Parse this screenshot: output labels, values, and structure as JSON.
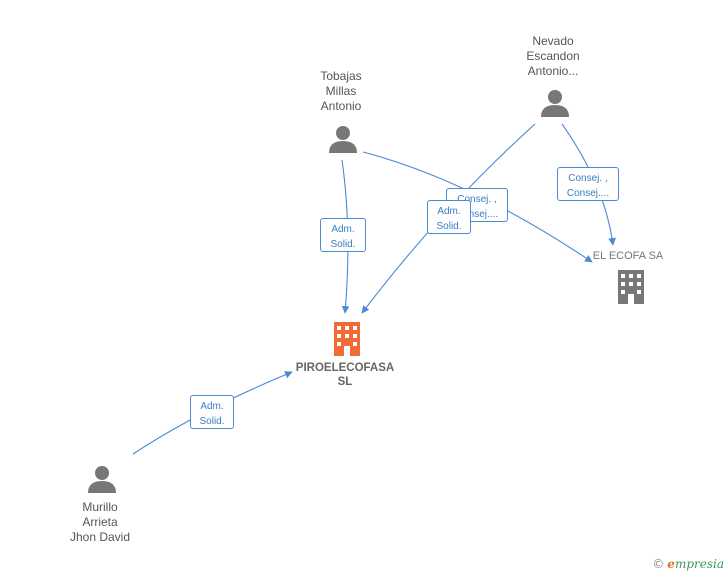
{
  "people": [
    {
      "id": "tobajas",
      "lines": [
        "Tobajas",
        "Millas",
        "Antonio"
      ]
    },
    {
      "id": "nevado",
      "lines": [
        "Nevado",
        "Escandon",
        "Antonio..."
      ]
    },
    {
      "id": "murillo",
      "lines": [
        "Murillo",
        "Arrieta",
        "Jhon David"
      ]
    }
  ],
  "companies": [
    {
      "id": "piroelecofasa",
      "lines": [
        "PIROELECOFASA",
        "SL"
      ],
      "color": "#f26a35"
    },
    {
      "id": "elecofa",
      "lines": [
        "EL ECOFA SA"
      ],
      "color": "#777777"
    }
  ],
  "edge_labels": [
    {
      "id": "tobajas-piro",
      "lines": [
        "Adm.",
        "Solid."
      ]
    },
    {
      "id": "tobajas-elecofa",
      "lines": [
        "Consej. ,",
        "Consej...."
      ]
    },
    {
      "id": "nevado-piro",
      "lines": [
        "Adm.",
        "Solid."
      ]
    },
    {
      "id": "nevado-elecofa",
      "lines": [
        "Consej. ,",
        "Consej...."
      ]
    },
    {
      "id": "murillo-piro",
      "lines": [
        "Adm.",
        "Solid."
      ]
    }
  ],
  "colors": {
    "edge": "#4a8ad4",
    "person_icon": "#777777",
    "main_company": "#f26a35",
    "company": "#777777"
  },
  "watermark": {
    "copyright": "©",
    "brand_first": "e",
    "brand_rest": "mpresia"
  }
}
